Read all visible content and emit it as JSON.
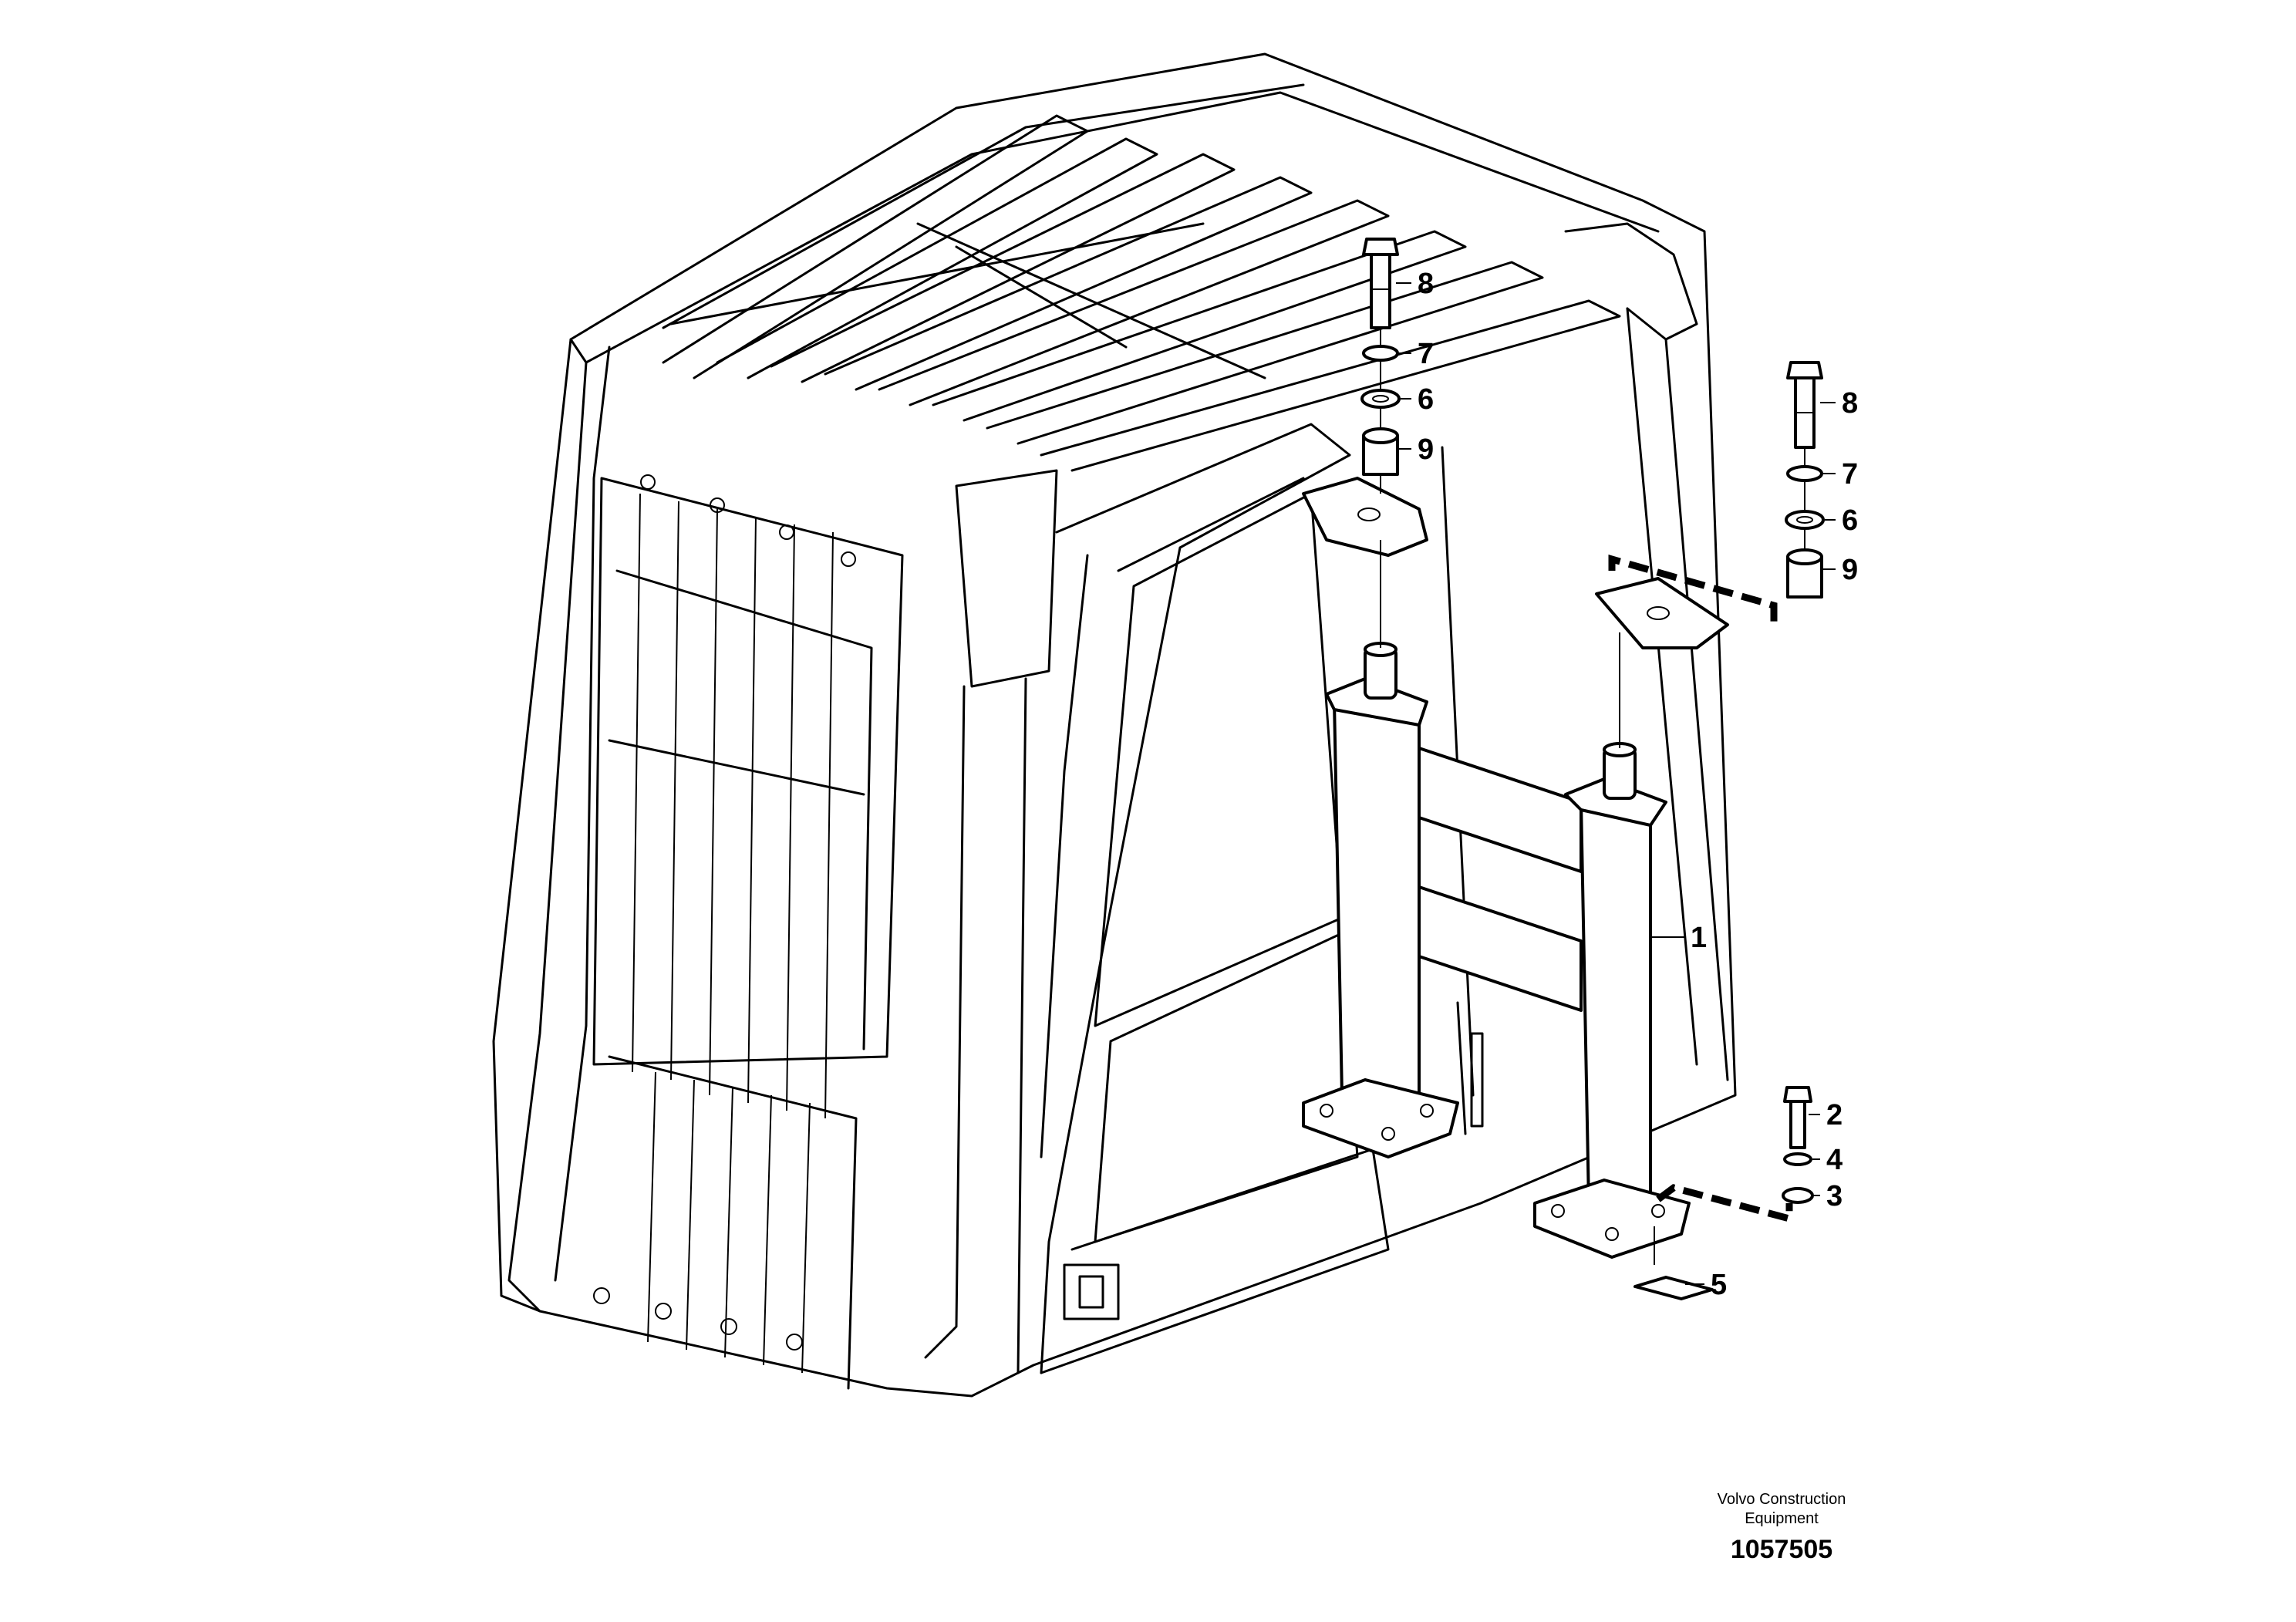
{
  "callouts": [
    {
      "id": "part-1",
      "label": "1"
    },
    {
      "id": "part-2",
      "label": "2"
    },
    {
      "id": "part-3",
      "label": "3"
    },
    {
      "id": "part-4",
      "label": "4"
    },
    {
      "id": "part-5",
      "label": "5"
    },
    {
      "id": "part-6-upper",
      "label": "6"
    },
    {
      "id": "part-6-lower",
      "label": "6"
    },
    {
      "id": "part-7-upper",
      "label": "7"
    },
    {
      "id": "part-7-lower",
      "label": "7"
    },
    {
      "id": "part-8-upper",
      "label": "8"
    },
    {
      "id": "part-8-lower",
      "label": "8"
    },
    {
      "id": "part-9-upper",
      "label": "9"
    },
    {
      "id": "part-9-lower",
      "label": "9"
    }
  ],
  "footer": {
    "company_line1": "Volvo Construction",
    "company_line2": "Equipment",
    "drawing_number": "1057505"
  }
}
